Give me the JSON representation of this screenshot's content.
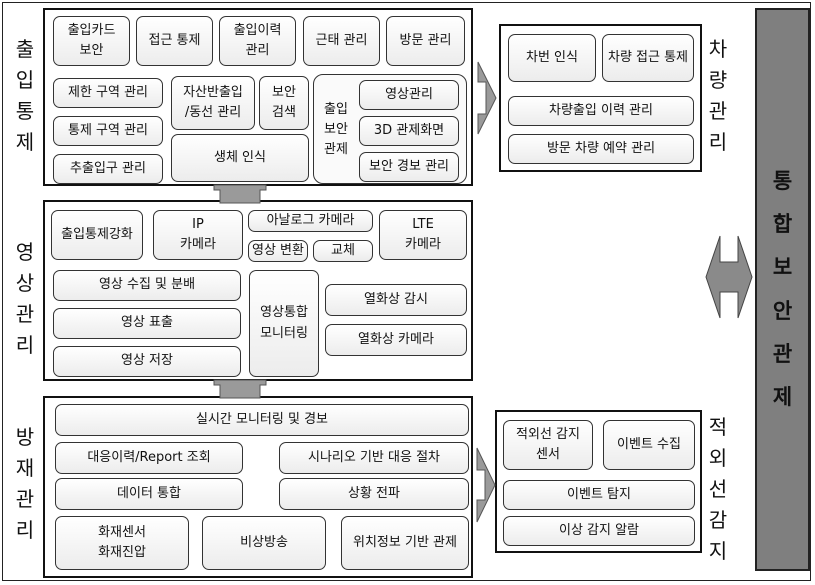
{
  "left_labels": {
    "access": "출\n입\n통\n제",
    "video": "영\n상\n관\n리",
    "disaster": "방\n재\n관\n리"
  },
  "right_labels": {
    "vehicle": "차\n량\n관\n리",
    "infrared": "적\n외\n선\n감\n지"
  },
  "integrated_label": "통\n합\n보\n안\n관\n제",
  "access": {
    "card_security": "출입카드\n보안",
    "access_control": "접근 통제",
    "access_history": "출입이력\n관리",
    "attendance": "근태 관리",
    "visit": "방문 관리",
    "restricted_area": "제한 구역 관리",
    "controlled_area": "통제 구역 관리",
    "entrance_exit": "추출입구 관리",
    "asset_movement": "자산반출입\n/동선 관리",
    "security_search": "보안\n검색",
    "biometric": "생체 인식",
    "entry_security_control": "출입\n보안\n관제",
    "video_mgmt": "영상관리",
    "3d_screen": "3D 관제화면",
    "security_alarm": "보안 경보 관리"
  },
  "vehicle": {
    "plate_recognition": "차번 인식",
    "vehicle_access": "차량 접근 통제",
    "vehicle_history": "차량출입 이력 관리",
    "visit_reservation": "방문 차량 예약 관리"
  },
  "video": {
    "access_enhance": "출입통제강화",
    "ip_camera": "IP\n카메라",
    "analog_camera": "아날로그 카메라",
    "video_convert": "영상 변환",
    "replace": "교체",
    "lte_camera": "LTE\n카메라",
    "collect_distribute": "영상 수집 및 분배",
    "display": "영상 표출",
    "storage": "영상 저장",
    "integrated_monitoring": "영상통합\n모니터링",
    "thermal_monitor": "열화상 감시",
    "thermal_camera": "열화상 카메라"
  },
  "disaster": {
    "realtime": "실시간 모니터링 및 경보",
    "response_report": "대응이력/Report 조회",
    "scenario": "시나리오 기반 대응 절차",
    "data_integration": "데이터 통합",
    "situation_spread": "상황 전파",
    "fire_sensor": "화재센서\n화재진압",
    "emergency_broadcast": "비상방송",
    "location_control": "위치정보 기반 관제"
  },
  "infrared": {
    "ir_sensor": "적외선 감지\n센서",
    "event_collect": "이벤트 수집",
    "event_detect": "이벤트 탐지",
    "anomaly_alarm": "이상 감지 알람"
  }
}
